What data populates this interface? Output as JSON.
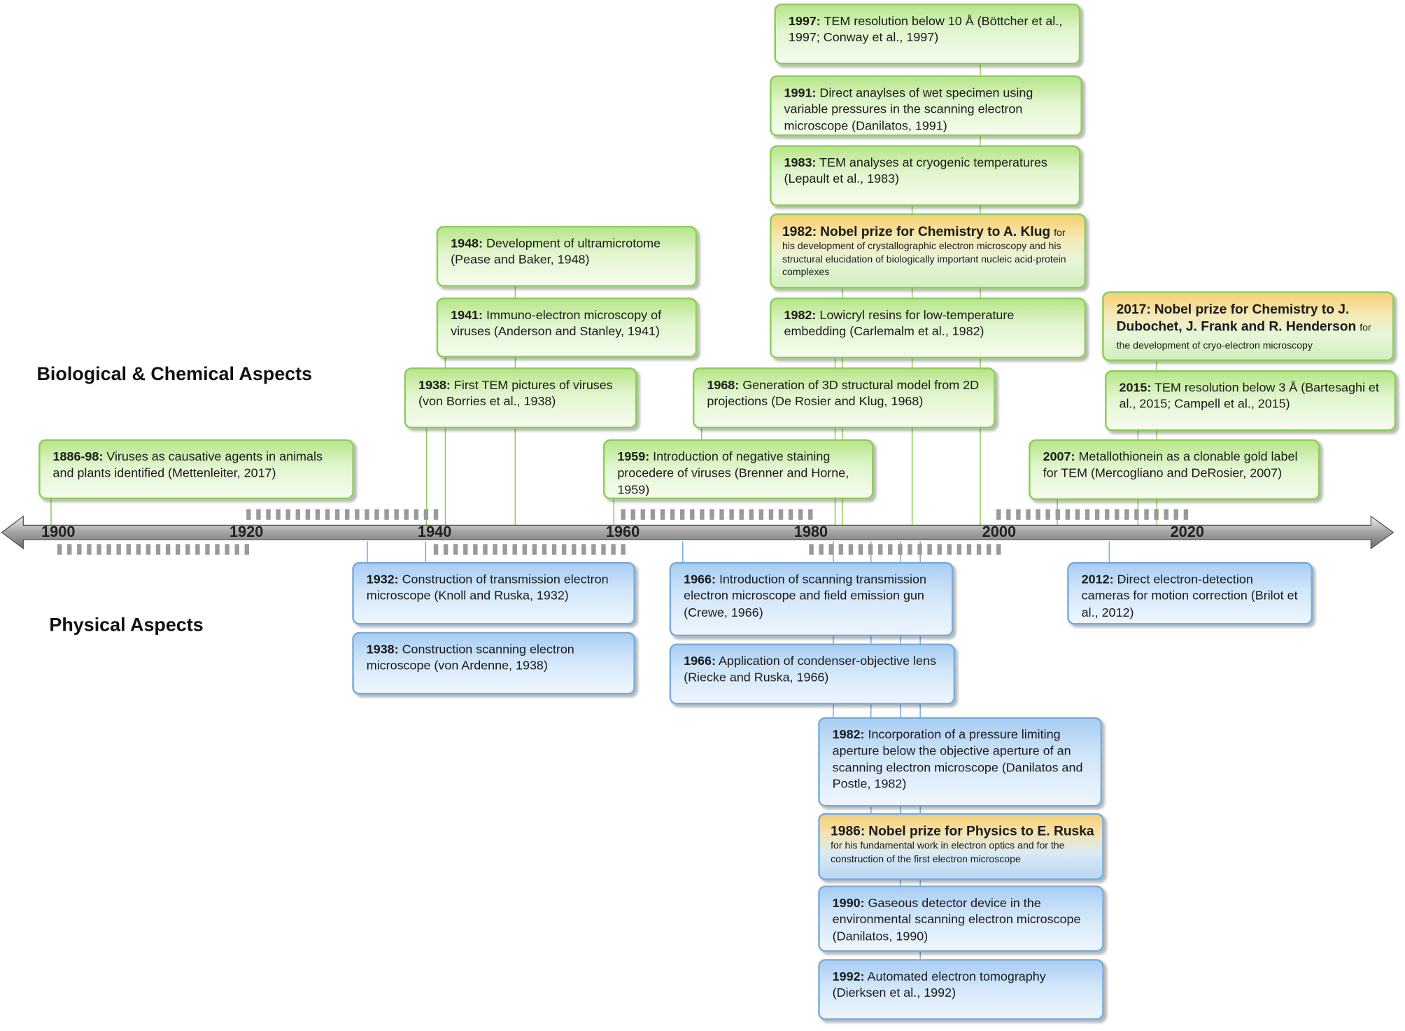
{
  "sections": {
    "bio": "Biological & Chemical Aspects",
    "phys": "Physical Aspects"
  },
  "axis": {
    "labels": [
      "1900",
      "1920",
      "1940",
      "1960",
      "1980",
      "2000",
      "2020"
    ]
  },
  "colors": {
    "bio_border": "#8ccf55",
    "phys_border": "#79acdc",
    "nobel_accent": "#f6cf74",
    "axis_arrow": "#a9a9a9"
  },
  "events": {
    "bio": [
      {
        "year": "1886-98:",
        "text": "Viruses as causative agents in animals and plants identified (Mettenleiter, 2017)"
      },
      {
        "year": "1938:",
        "text": "First TEM pictures of viruses (von Borries et al., 1938)"
      },
      {
        "year": "1941:",
        "text": "Immuno-electron microscopy of viruses (Anderson and Stanley, 1941)"
      },
      {
        "year": "1948:",
        "text": "Development of ultramicrotome (Pease and Baker, 1948)"
      },
      {
        "year": "1959:",
        "text": "Introduction of negative staining procedere of viruses (Brenner and Horne, 1959)"
      },
      {
        "year": "1968:",
        "text": "Generation of 3D structural model from 2D projections (De Rosier and Klug, 1968)"
      },
      {
        "year": "1982:",
        "text": "Lowicryl resins for low-temperature embedding (Carlemalm et al., 1982)"
      },
      {
        "year": "1982:",
        "nobel_title": "Nobel prize for Chemistry to A. Klug",
        "nobel_for": "for",
        "detail": "his development of crystallographic electron microscopy and his structural elucidation of biologically important nucleic acid-protein complexes"
      },
      {
        "year": "1983:",
        "text": "TEM analyses at cryogenic temperatures (Lepault et al., 1983)"
      },
      {
        "year": "1991:",
        "text": "Direct anaylses of wet specimen using variable pressures in the scanning electron microscope (Danilatos, 1991)"
      },
      {
        "year": "1997:",
        "text": "TEM resolution below 10 Å (Böttcher et al., 1997; Conway et al., 1997)"
      },
      {
        "year": "2007:",
        "text": "Metallothionein as a clonable gold label for TEM (Mercogliano and DeRosier, 2007)"
      },
      {
        "year": "2015:",
        "text": "TEM resolution below 3 Å (Bartesaghi et al., 2015; Campell et al., 2015)"
      },
      {
        "year": "2017:",
        "nobel_title": "Nobel prize for Chemistry to J. Dubochet, J. Frank and R. Henderson",
        "nobel_for": "for",
        "detail": "the development of cryo-electron microscopy"
      }
    ],
    "phys": [
      {
        "year": "1932:",
        "text": "Construction of transmission electron microscope (Knoll and Ruska, 1932)"
      },
      {
        "year": "1938:",
        "text": "Construction scanning electron microscope (von Ardenne, 1938)"
      },
      {
        "year": "1966:",
        "text": "Introduction of scanning transmission electron microscope and field emission gun (Crewe, 1966)"
      },
      {
        "year": "1966:",
        "text": "Application of condenser-objective lens (Riecke and Ruska, 1966)"
      },
      {
        "year": "1982:",
        "text": "Incorporation of a pressure limiting aperture below the objective aperture of an scanning electron microscope (Danilatos and Postle, 1982)"
      },
      {
        "year": "1986:",
        "nobel_title": "Nobel prize for Physics to E. Ruska",
        "detail": "for his fundamental work in electron optics and for the construction of the first electron microscope"
      },
      {
        "year": "1990:",
        "text": "Gaseous detector device in the environmental scanning electron microscope (Danilatos, 1990)"
      },
      {
        "year": "1992:",
        "text": "Automated electron tomography (Dierksen et al., 1992)"
      },
      {
        "year": "2012:",
        "text": "Direct electron-detection cameras for motion correction (Brilot et al., 2012)"
      }
    ]
  }
}
